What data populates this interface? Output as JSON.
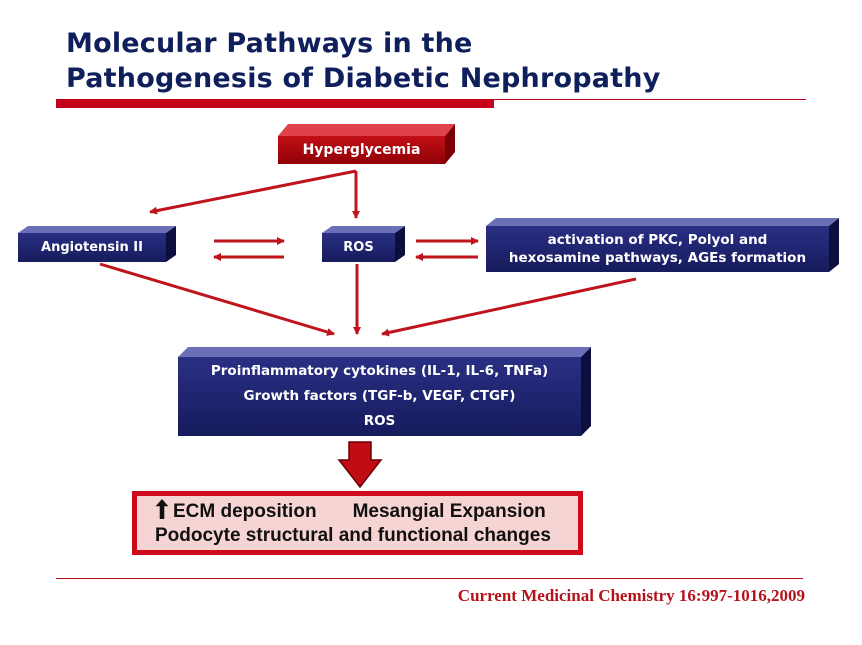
{
  "title": {
    "line1": "Molecular Pathways in the",
    "line2": "Pathogenesis  of Diabetic Nephropathy"
  },
  "nodes": {
    "hyperglycemia": "Hyperglycemia",
    "angiotensin": "Angiotensin II",
    "ros": "ROS",
    "pathways": {
      "line1": "activation of PKC, Polyol and",
      "line2": "hexosamine pathways, AGEs formation"
    },
    "mediators": {
      "line1": "Proinflammatory cytokines (IL-1, IL-6, TNFa)",
      "line2": "Growth factors (TGF-b, VEGF, CTGF)",
      "line3": "ROS"
    }
  },
  "outcome": {
    "ecm": "ECM deposition",
    "mesangial": "Mesangial Expansion",
    "podocyte": "Podocyte structural and functional changes"
  },
  "citation": "Current Medicinal Chemistry 16:997-1016,2009",
  "colors": {
    "title": "#0f1f5c",
    "accent_red": "#c4001a",
    "navy_box": "#1e2370",
    "arrow_red": "#c0141c",
    "outcome_fill": "#f7d4d4"
  }
}
